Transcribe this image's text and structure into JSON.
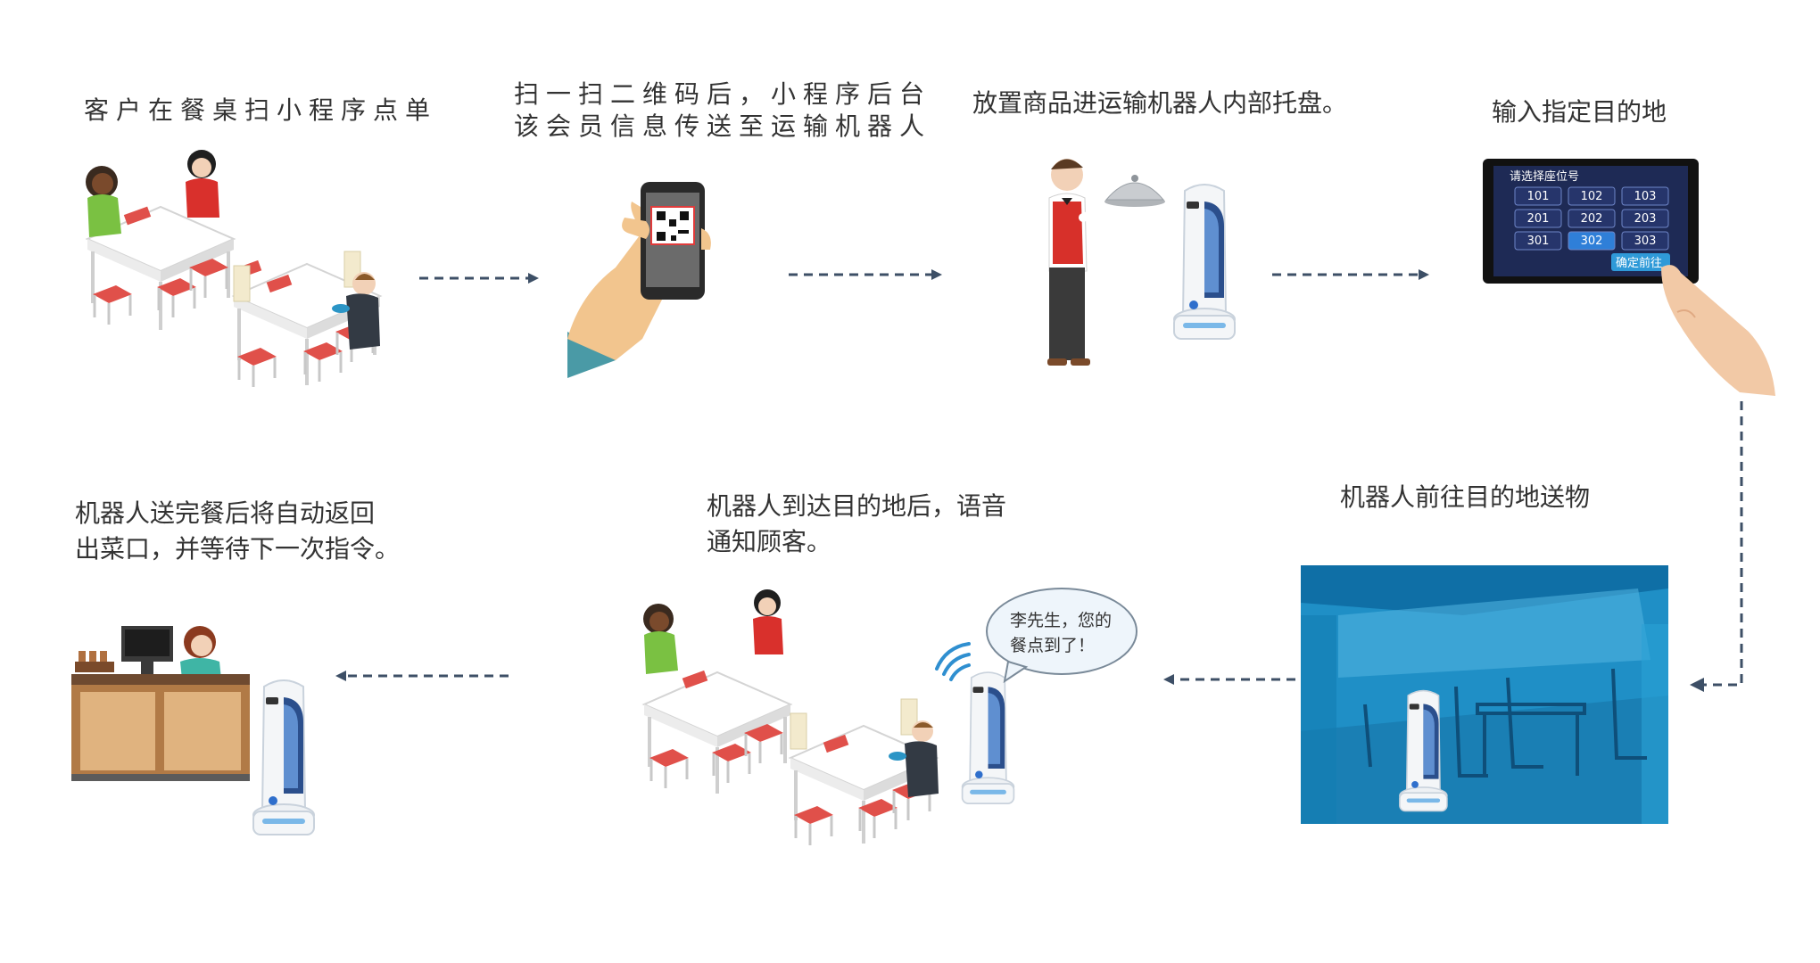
{
  "steps": {
    "step1": {
      "line1": "客户在餐桌扫小程序点单"
    },
    "step2": {
      "line1": "扫一扫二维码后，小程序后台",
      "line2": "该会员信息传送至运输机器人"
    },
    "step3": {
      "line1": "放置商品进运输机器人内部托盘。"
    },
    "step4": {
      "line1": "输入指定目的地"
    },
    "step5": {
      "line1": "机器人前往目的地送物"
    },
    "step6": {
      "line1": "机器人到达目的地后，语音",
      "line2": "通知顾客。"
    },
    "step7": {
      "line1": "机器人送完餐后将自动返回",
      "line2": "出菜口，并等待下一次指令。"
    }
  },
  "bubble": {
    "line1": "李先生，您的",
    "line2": "餐点到了！"
  },
  "tablet": {
    "header": "请选择座位号",
    "seats": [
      "101",
      "102",
      "103",
      "201",
      "202",
      "203",
      "301",
      "302",
      "303"
    ],
    "selected_seat": "302",
    "confirm": "确定前往"
  },
  "colors": {
    "arrow": "#3d4f66",
    "tablet_bg": "#1e2a55",
    "seat_selected": "#2f7fd8",
    "scene_blue": "#1f8fc6",
    "chair_red": "#e0504a"
  }
}
